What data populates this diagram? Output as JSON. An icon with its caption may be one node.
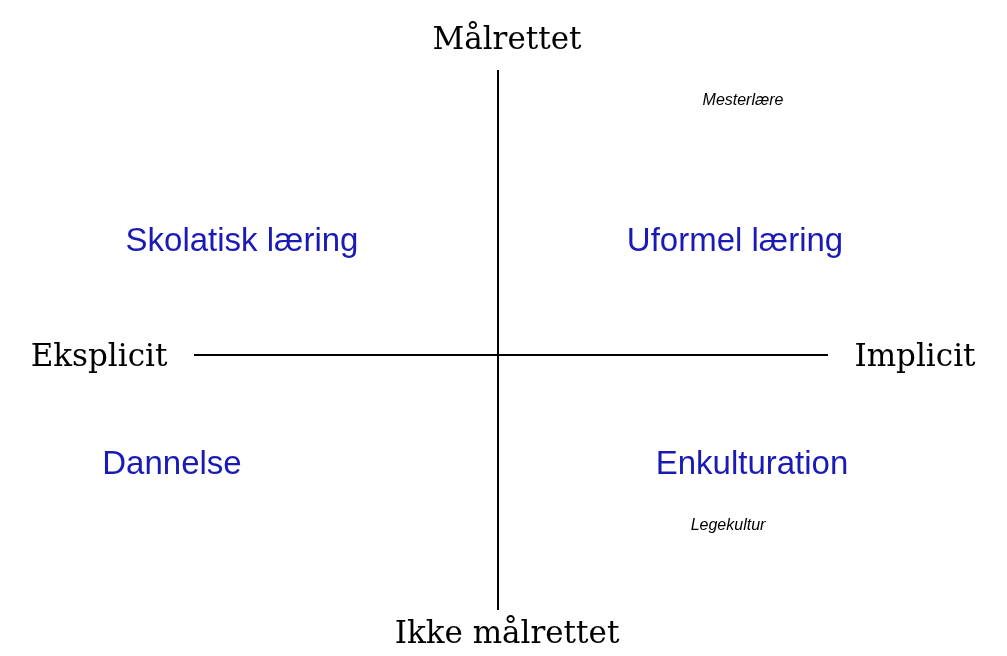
{
  "diagram": {
    "labels": [
      "Målrettet",
      "Mesterlære",
      "Skolatisk læring",
      "Uformel læring",
      "Eksplicit",
      "Implicit",
      "Dannelse",
      "Enkulturation",
      "Legekultur",
      "Ikke målrettet"
    ]
  }
}
